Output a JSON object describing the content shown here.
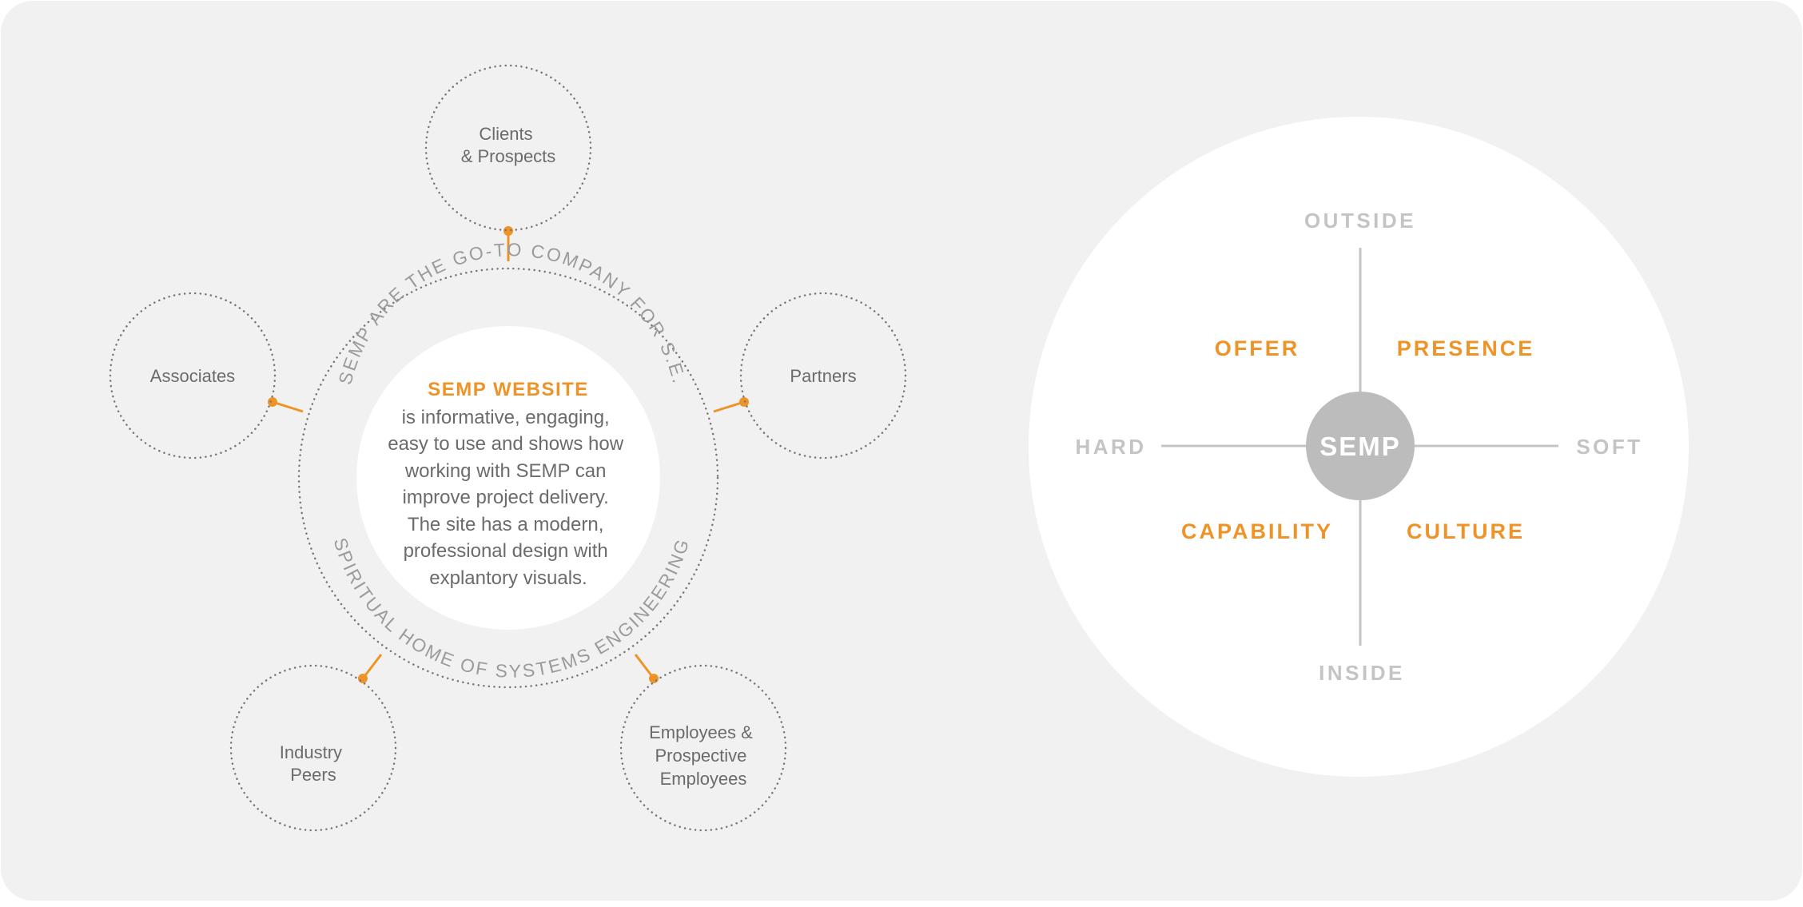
{
  "colors": {
    "background": "#f1f1f1",
    "accent": "#ee9327",
    "text_dark": "#6b6b6b",
    "text_light": "#b8b8b8",
    "hub": "#bcbcbc",
    "white": "#ffffff"
  },
  "stakeholder_diagram": {
    "ring_top_text": "SEMP ARE THE GO-TO COMPANY FOR S.E.",
    "ring_bottom_text": "‘SPIRITUAL HOME OF SYSTEMS ENGINEERING’",
    "center": {
      "title": "SEMP WEBSITE",
      "body_lines": [
        "is informative, engaging,",
        "easy to use and shows how",
        "working with SEMP can",
        "improve project delivery.",
        "The site has a modern,",
        "professional design with",
        "explantory visuals."
      ]
    },
    "stakeholders": [
      {
        "key": "clients",
        "lines": [
          "Clients",
          "& Prospects"
        ]
      },
      {
        "key": "partners",
        "lines": [
          "Partners"
        ]
      },
      {
        "key": "employees",
        "lines": [
          "Employees &",
          "Prospective",
          "Employees"
        ]
      },
      {
        "key": "industry",
        "lines": [
          "Industry",
          "Peers"
        ]
      },
      {
        "key": "associates",
        "lines": [
          "Associates"
        ]
      }
    ]
  },
  "quadrant_diagram": {
    "hub_label": "SEMP",
    "axes": {
      "top": "OUTSIDE",
      "bottom": "INSIDE",
      "left": "HARD",
      "right": "SOFT"
    },
    "quadrants": {
      "top_left": "OFFER",
      "top_right": "PRESENCE",
      "bottom_left": "CAPABILITY",
      "bottom_right": "CULTURE"
    }
  }
}
